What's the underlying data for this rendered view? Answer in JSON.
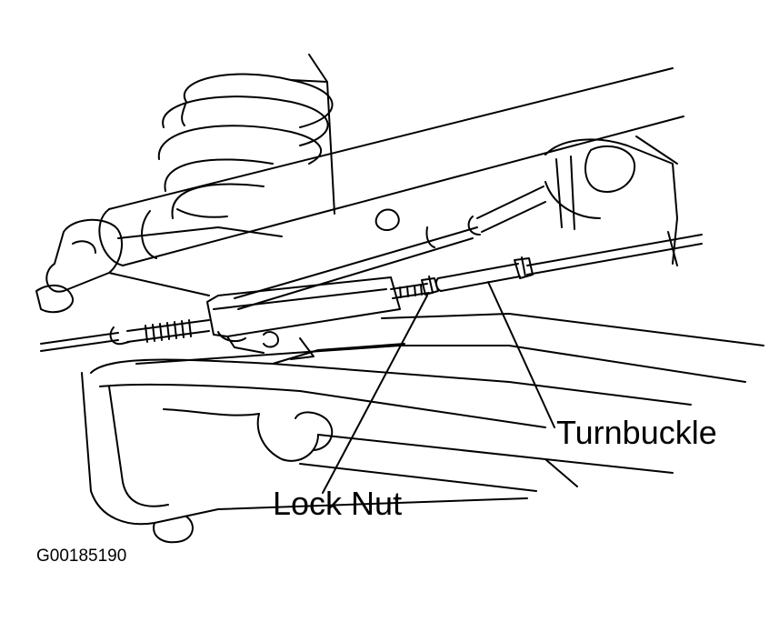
{
  "labels": {
    "turnbuckle": "Turnbuckle",
    "lock_nut": "Lock Nut"
  },
  "figure_code": "G00185190",
  "colors": {
    "line": "#000000",
    "background": "#ffffff"
  }
}
